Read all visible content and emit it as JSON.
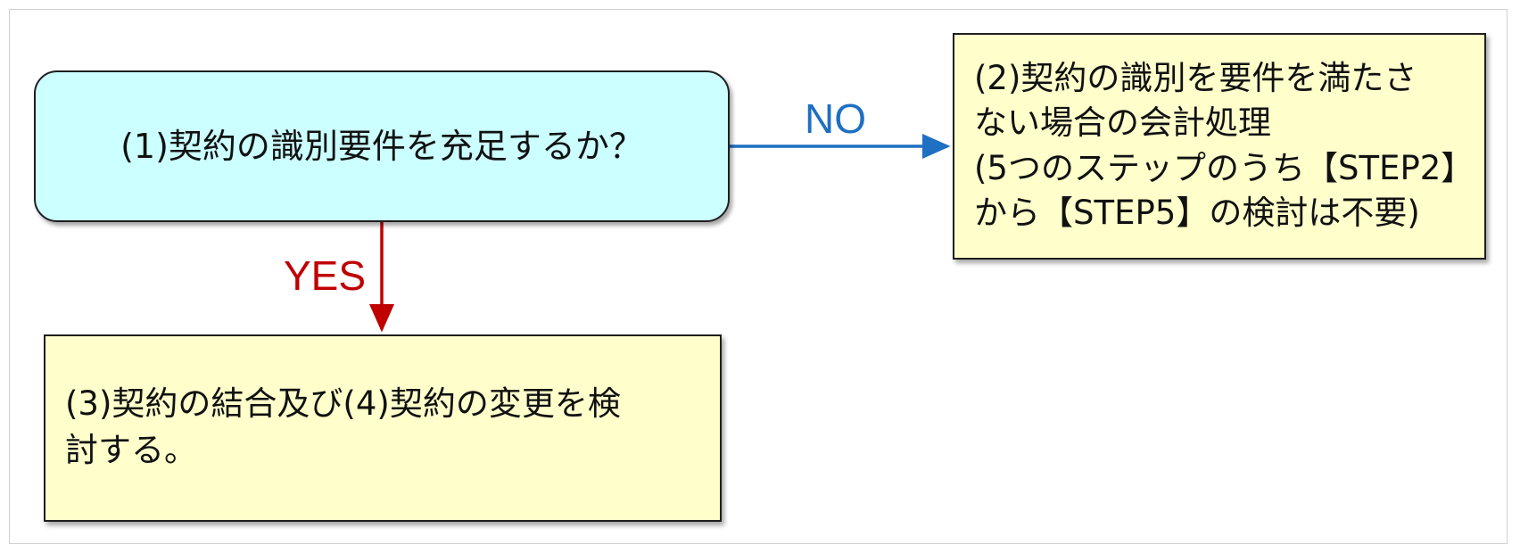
{
  "diagram": {
    "question": {
      "text": "(1)契約の識別要件を充足するか？"
    },
    "no_outcome": {
      "lines": [
        "(2)契約の識別を要件を満たさ",
        "ない場合の会計処理",
        "(5つのステップのうち【STEP2】",
        "から【STEP5】の検討は不要)"
      ]
    },
    "yes_outcome": {
      "lines": [
        "(3)契約の結合及び(4)契約の変更を検",
        "討する。"
      ]
    },
    "edges": {
      "no_label": "NO",
      "yes_label": "YES"
    },
    "colors": {
      "question_fill": "#ccffff",
      "outcome_fill": "#ffffcc",
      "no_arrow": "#1f6fc2",
      "yes_arrow": "#c00000",
      "border": "#1f1f1f"
    }
  }
}
